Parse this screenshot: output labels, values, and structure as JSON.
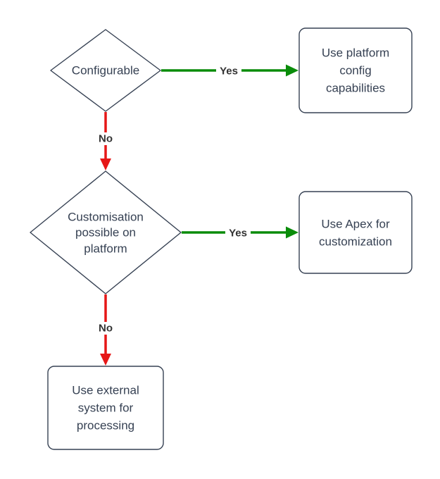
{
  "diagram": {
    "type": "flowchart",
    "direction": "top-down",
    "nodes": [
      {
        "id": "configurable",
        "shape": "diamond",
        "lines": [
          "Configurable"
        ]
      },
      {
        "id": "use-platform-config",
        "shape": "rounded-rect",
        "lines": [
          "Use platform",
          "config",
          "capabilities"
        ]
      },
      {
        "id": "customisation-possible",
        "shape": "diamond",
        "lines": [
          "Customisation",
          "possible on",
          "platform"
        ]
      },
      {
        "id": "use-apex",
        "shape": "rounded-rect",
        "lines": [
          "Use Apex for",
          "customization"
        ]
      },
      {
        "id": "use-external-system",
        "shape": "rounded-rect",
        "lines": [
          "Use external",
          "system for",
          "processing"
        ]
      }
    ],
    "edges": [
      {
        "from": "configurable",
        "to": "use-platform-config",
        "label": "Yes",
        "color_key": "yes_edge"
      },
      {
        "from": "configurable",
        "to": "customisation-possible",
        "label": "No",
        "color_key": "no_edge"
      },
      {
        "from": "customisation-possible",
        "to": "use-apex",
        "label": "Yes",
        "color_key": "yes_edge"
      },
      {
        "from": "customisation-possible",
        "to": "use-external-system",
        "label": "No",
        "color_key": "no_edge"
      }
    ]
  },
  "colors": {
    "yes_edge": "#0a8c0a",
    "no_edge": "#e61717",
    "node_border": "#364153",
    "node_text": "#364153",
    "edge_label_text": "#333333",
    "background": "#ffffff"
  }
}
